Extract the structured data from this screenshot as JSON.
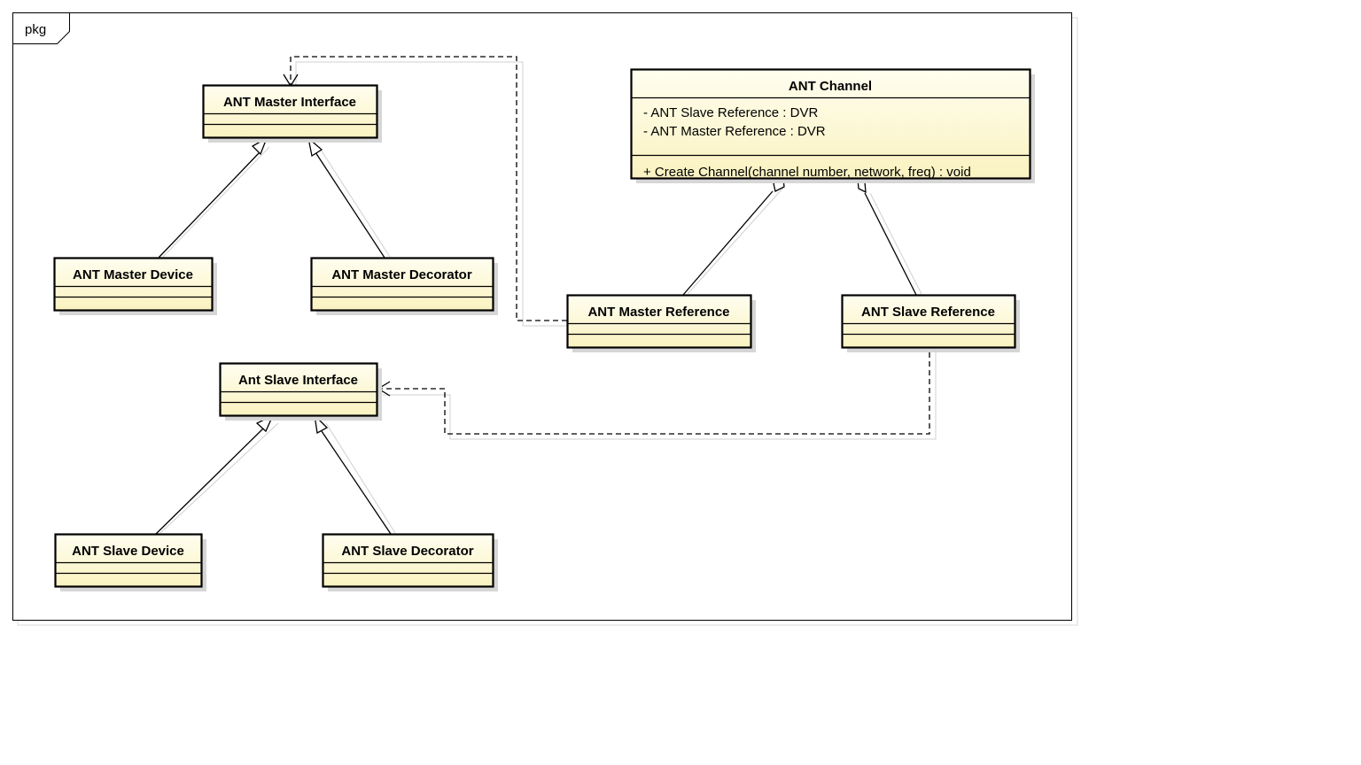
{
  "package": {
    "label": "pkg"
  },
  "classes": {
    "ant_master_interface": {
      "name": "ANT Master Interface",
      "attributes": [],
      "operations": []
    },
    "ant_master_device": {
      "name": "ANT Master Device",
      "attributes": [],
      "operations": []
    },
    "ant_master_decorator": {
      "name": "ANT Master Decorator",
      "attributes": [],
      "operations": []
    },
    "ant_channel": {
      "name": "ANT Channel",
      "attributes": [
        "- ANT Slave Reference : DVR",
        "- ANT Master Reference : DVR"
      ],
      "operations": [
        "+ Create Channel(channel number, network, freq) : void"
      ]
    },
    "ant_master_reference": {
      "name": "ANT Master Reference",
      "attributes": [],
      "operations": []
    },
    "ant_slave_reference": {
      "name": "ANT Slave Reference",
      "attributes": [],
      "operations": []
    },
    "ant_slave_interface": {
      "name": "Ant Slave Interface",
      "attributes": [],
      "operations": []
    },
    "ant_slave_device": {
      "name": "ANT Slave Device",
      "attributes": [],
      "operations": []
    },
    "ant_slave_decorator": {
      "name": "ANT Slave Decorator",
      "attributes": [],
      "operations": []
    }
  },
  "relations": [
    {
      "type": "realization",
      "from": "ant_master_device",
      "to": "ant_master_interface"
    },
    {
      "type": "realization",
      "from": "ant_master_decorator",
      "to": "ant_master_interface"
    },
    {
      "type": "realization",
      "from": "ant_slave_device",
      "to": "ant_slave_interface"
    },
    {
      "type": "realization",
      "from": "ant_slave_decorator",
      "to": "ant_slave_interface"
    },
    {
      "type": "aggregation",
      "from": "ant_master_reference",
      "to": "ant_channel"
    },
    {
      "type": "aggregation",
      "from": "ant_slave_reference",
      "to": "ant_channel"
    },
    {
      "type": "dependency",
      "from": "ant_master_reference",
      "to": "ant_master_interface"
    },
    {
      "type": "dependency",
      "from": "ant_slave_reference",
      "to": "ant_slave_interface"
    }
  ],
  "colors": {
    "class_fill_top": "#fffde8",
    "class_fill_bottom": "#fbf3c4",
    "shadow": "#c8c8c8",
    "stroke": "#000000"
  }
}
